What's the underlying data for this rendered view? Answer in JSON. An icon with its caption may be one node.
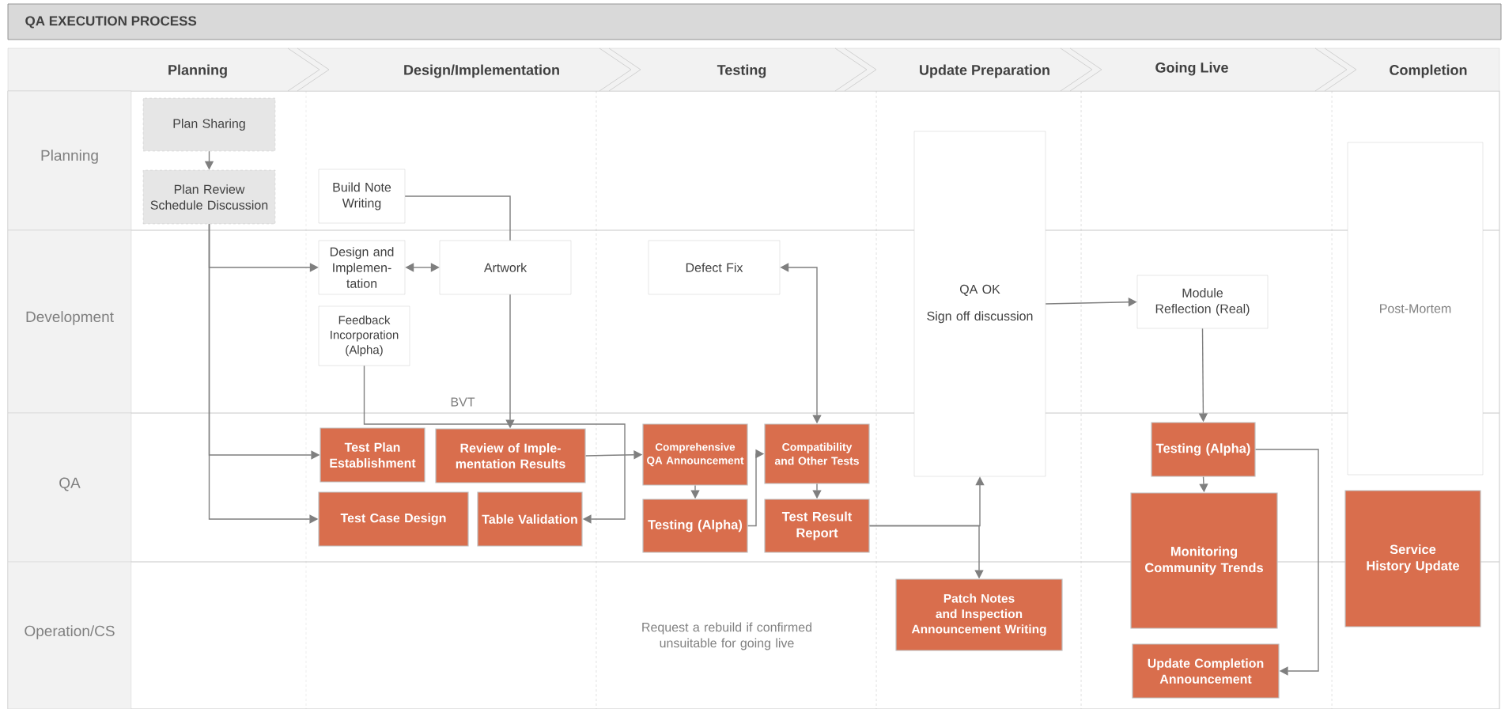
{
  "diagram": {
    "title": "QA EXECUTION PROCESS",
    "nodes": [
      {
        "text": [
          "Plan Sharing"
        ]
      },
      {
        "text": [
          "Plan Review Schedule Discussion"
        ]
      },
      {
        "text": [
          "Build Note Writing"
        ]
      },
      {
        "text": [
          "Design and Implemen-tation"
        ]
      },
      {
        "text": [
          "Artwork"
        ]
      },
      {
        "text": [
          "Feedback Incorporation (Alpha)"
        ]
      },
      {
        "text": [
          "Test Plan Establishment"
        ]
      },
      {
        "text": [
          "Review of Imple-mentation Results"
        ]
      },
      {
        "text": [
          "Test Case Design"
        ]
      },
      {
        "text": [
          "Table Validation"
        ]
      },
      {
        "text": [
          "Comprehensive QA Announcement"
        ]
      },
      {
        "text": [
          "Testing (Alpha)"
        ]
      },
      {
        "text": [
          "Defect Fix"
        ]
      },
      {
        "text": [
          "Compatibility and Other Tests"
        ]
      },
      {
        "text": [
          "Test Result Report"
        ]
      },
      {
        "text": [
          "QA OK",
          "Sign off discussion"
        ]
      },
      {
        "text": [
          "Patch Notes and Inspection Announcement Writing"
        ]
      },
      {
        "text": [
          "Module Reflection (Real)"
        ]
      },
      {
        "text": [
          "Post-Mortem"
        ]
      },
      {
        "text": [
          "Testing (Alpha)"
        ]
      },
      {
        "text": [
          "Monitoring Community Trends"
        ]
      },
      {
        "text": [
          "Update Completion Announcement"
        ]
      },
      {
        "text": [
          "Service History Update"
        ]
      }
    ],
    "edges": [
      {
        "from": 0,
        "to": 1,
        "arrow": "to"
      },
      {
        "from": 1,
        "to": 3,
        "arrow": "to"
      },
      {
        "from": 1,
        "to": 6,
        "arrow": "to"
      },
      {
        "from": 1,
        "to": 8,
        "arrow": "to"
      },
      {
        "from": 2,
        "to": 4,
        "arrow": "none"
      },
      {
        "from": 3,
        "to": 4,
        "arrow": "both"
      },
      {
        "from": 4,
        "to": 7,
        "arrow": "to"
      },
      {
        "from": 5,
        "to": 9,
        "arrow": "to",
        "label": "BVT"
      },
      {
        "from": 7,
        "to": 10,
        "arrow": "to"
      },
      {
        "from": 10,
        "to": 11,
        "arrow": "to"
      },
      {
        "from": 11,
        "to": 13,
        "arrow": "to"
      },
      {
        "from": 12,
        "to": 13,
        "arrow": "both"
      },
      {
        "from": 13,
        "to": 14,
        "arrow": "to"
      },
      {
        "from": 14,
        "to": 15,
        "arrow": "to"
      },
      {
        "from": 14,
        "to": 16,
        "arrow": "to"
      },
      {
        "from": 15,
        "to": 17,
        "arrow": "to"
      },
      {
        "from": 17,
        "to": 19,
        "arrow": "to"
      },
      {
        "from": 19,
        "to": 20,
        "arrow": "to"
      },
      {
        "from": 19,
        "to": 21,
        "arrow": "to"
      }
    ],
    "labels": [
      "Planning",
      "Design/Implementation",
      "Testing",
      "Update Preparation",
      "Going Live",
      "Completion",
      "Planning",
      "Development",
      "QA",
      "Operation/CS",
      "Request a rebuild if confirmed unsuitable for going live"
    ]
  }
}
